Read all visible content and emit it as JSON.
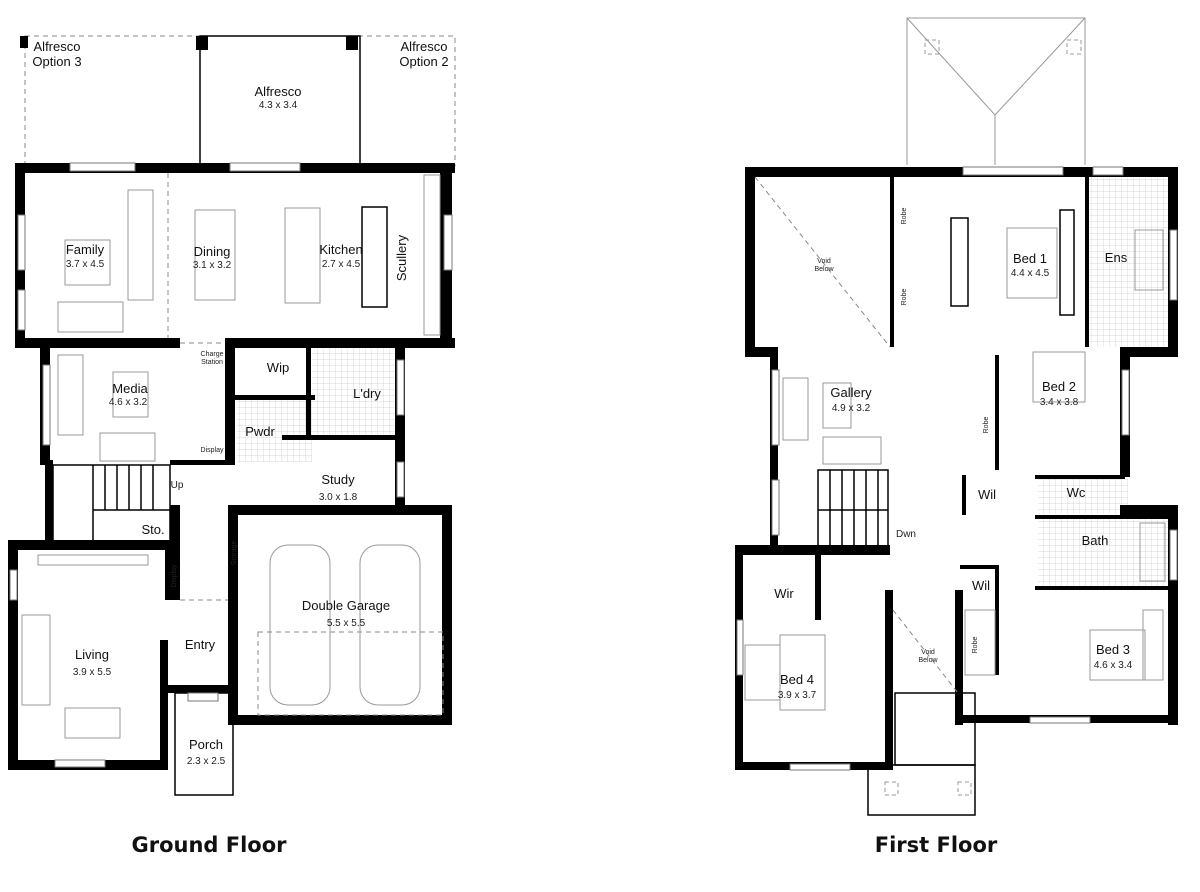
{
  "ground_floor": {
    "title": "Ground Floor",
    "rooms": {
      "alfresco_option_3": {
        "name": "Alfresco",
        "sub": "Option 3"
      },
      "alfresco_option_2": {
        "name": "Alfresco",
        "sub": "Option 2"
      },
      "alfresco": {
        "name": "Alfresco",
        "size": "4.3 x 3.4"
      },
      "family": {
        "name": "Family",
        "size": "3.7 x 4.5"
      },
      "dining": {
        "name": "Dining",
        "size": "3.1 x 3.2"
      },
      "kitchen": {
        "name": "Kitchen",
        "size": "2.7 x 4.5"
      },
      "scullery": {
        "name": "Scullery"
      },
      "media": {
        "name": "Media",
        "size": "4.6 x 3.2"
      },
      "charge_station": {
        "name": "Charge",
        "sub": "Station"
      },
      "wip": {
        "name": "Wip"
      },
      "laundry": {
        "name": "L'dry"
      },
      "pwdr": {
        "name": "Pwdr"
      },
      "display_1": {
        "name": "Display"
      },
      "up": {
        "name": "Up"
      },
      "study": {
        "name": "Study",
        "size": "3.0 x 1.8"
      },
      "sto": {
        "name": "Sto."
      },
      "storage": {
        "name": "Storage"
      },
      "display_2": {
        "name": "Display"
      },
      "double_garage": {
        "name": "Double Garage",
        "size": "5.5 x 5.5"
      },
      "living": {
        "name": "Living",
        "size": "3.9 x 5.5"
      },
      "entry": {
        "name": "Entry"
      },
      "porch": {
        "name": "Porch",
        "size": "2.3 x 2.5"
      }
    }
  },
  "first_floor": {
    "title": "First Floor",
    "rooms": {
      "void_1": {
        "name": "Void",
        "sub": "Below"
      },
      "robe_1": {
        "name": "Robe"
      },
      "robe_2": {
        "name": "Robe"
      },
      "bed_1": {
        "name": "Bed 1",
        "size": "4.4 x 4.5"
      },
      "ens": {
        "name": "Ens"
      },
      "gallery": {
        "name": "Gallery",
        "size": "4.9 x 3.2"
      },
      "bed_2": {
        "name": "Bed 2",
        "size": "3.4 x 3.8"
      },
      "robe_3": {
        "name": "Robe"
      },
      "wil_1": {
        "name": "Wil"
      },
      "wc": {
        "name": "Wc"
      },
      "bath": {
        "name": "Bath"
      },
      "dwn": {
        "name": "Dwn"
      },
      "wir": {
        "name": "Wir"
      },
      "wil_2": {
        "name": "Wil"
      },
      "void_2": {
        "name": "Void",
        "sub": "Below"
      },
      "robe_4": {
        "name": "Robe"
      },
      "bed_3": {
        "name": "Bed 3",
        "size": "4.6 x 3.4"
      },
      "bed_4": {
        "name": "Bed 4",
        "size": "3.9 x 3.7"
      }
    }
  }
}
